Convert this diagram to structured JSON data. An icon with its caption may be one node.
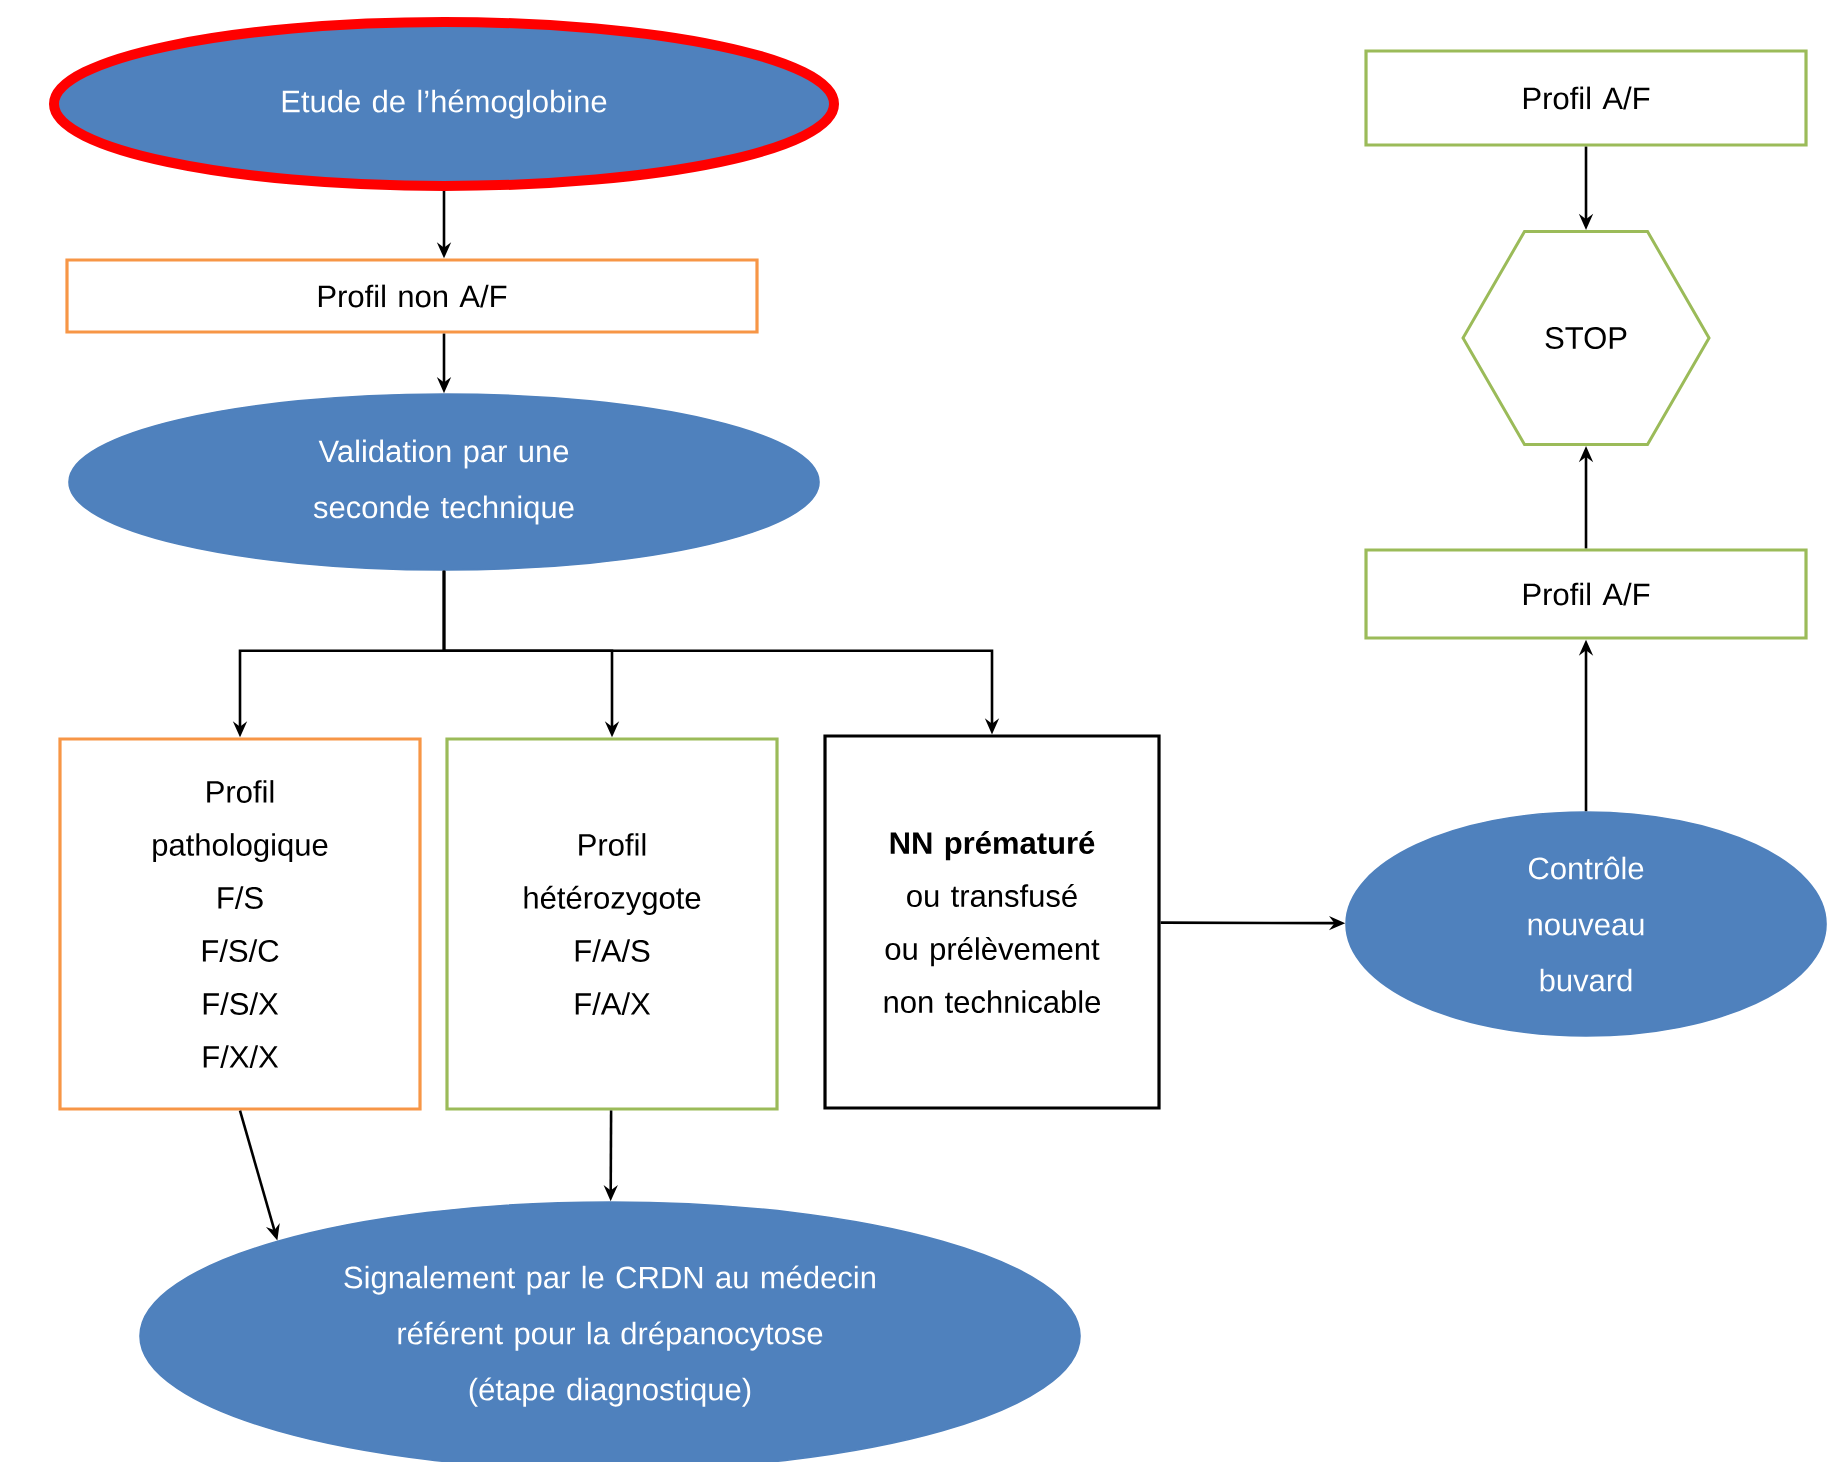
{
  "diagram": {
    "nodes": [
      {
        "text": [
          "Etude de l’hémoglobine"
        ]
      },
      {
        "text": [
          "Profil non A/F"
        ]
      },
      {
        "text": [
          "Validation par une seconde technique"
        ]
      },
      {
        "text": [
          "Profil pathologique",
          "F/S",
          "F/S/C",
          "F/S/X",
          "F/X/X"
        ]
      },
      {
        "text": [
          "Profil hétérozygote",
          "F/A/S",
          "F/A/X"
        ]
      },
      {
        "text": [
          "**NN prématuré** ou transfusé ou prélèvement non technicable"
        ]
      },
      {
        "text": [
          "Signalement par le CRDN au médecin référent pour la drépanocytose",
          "(étape diagnostique)"
        ]
      },
      {
        "text": [
          "Contrôle nouveau buvard"
        ]
      },
      {
        "text": [
          "Profil A/F"
        ]
      },
      {
        "text": [
          "STOP"
        ]
      },
      {
        "text": [
          "Profil A/F"
        ]
      }
    ],
    "edges": [
      {
        "from": 0,
        "to": 1,
        "arrow": "to"
      },
      {
        "from": 1,
        "to": 2,
        "arrow": "to"
      },
      {
        "from": 2,
        "to": 3,
        "arrow": "to"
      },
      {
        "from": 2,
        "to": 4,
        "arrow": "to"
      },
      {
        "from": 2,
        "to": 5,
        "arrow": "to"
      },
      {
        "from": 3,
        "to": 6,
        "arrow": "to"
      },
      {
        "from": 4,
        "to": 6,
        "arrow": "to"
      },
      {
        "from": 5,
        "to": 7,
        "arrow": "to"
      },
      {
        "from": 8,
        "to": 9,
        "arrow": "to"
      },
      {
        "from": 10,
        "to": 9,
        "arrow": "to"
      },
      {
        "from": 7,
        "to": 10,
        "arrow": "to"
      }
    ]
  }
}
